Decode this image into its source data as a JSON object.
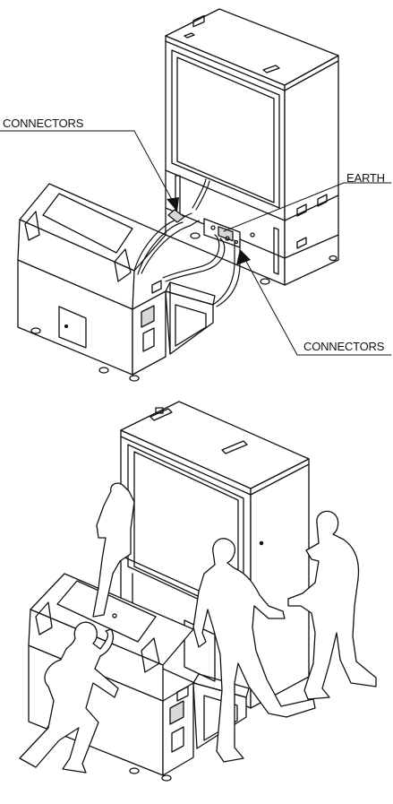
{
  "labels": {
    "connectors_top": "CONNECTORS",
    "earth": "EARTH",
    "connectors_bottom": "CONNECTORS"
  },
  "caption": "",
  "colors": {
    "ink": "#111111",
    "paper": "#ffffff",
    "shade": "#d8d8d8"
  }
}
